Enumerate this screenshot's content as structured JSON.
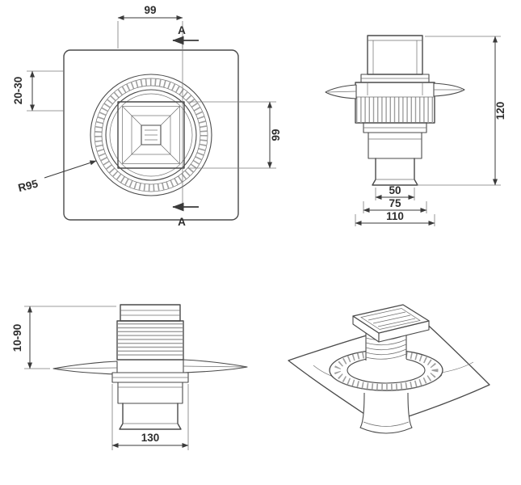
{
  "colors": {
    "line": "#4a4a4a",
    "dimension": "#3a3a3a",
    "hatch": "#9f9f9f",
    "text": "#2e2e2e",
    "background": "#ffffff"
  },
  "views": {
    "top": {
      "dim_width": "99",
      "section_label": "A",
      "dim_clamp_range": "20-30",
      "dim_height": "99",
      "radius_label": "R95"
    },
    "front": {
      "dim_outlet": "50",
      "dim_body": "75",
      "dim_ring": "110",
      "dim_height": "120"
    },
    "side": {
      "dim_adjust_range": "10-90",
      "dim_width": "130"
    }
  }
}
